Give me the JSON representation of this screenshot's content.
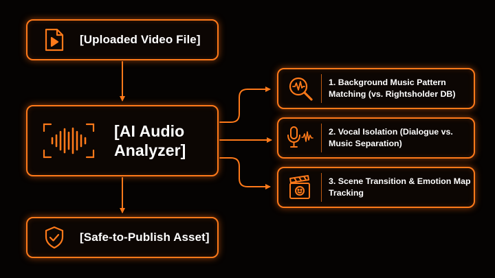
{
  "nodes": {
    "upload": {
      "label": "[Uploaded Video File]",
      "icon": "video-file-icon"
    },
    "analyzer": {
      "label": "[AI Audio Analyzer]",
      "icon": "audio-waveform-icon"
    },
    "publish": {
      "label": "[Safe-to-Publish Asset]",
      "icon": "shield-check-icon"
    }
  },
  "features": [
    {
      "label": "1. Background Music Pattern Matching (vs. Rightsholder DB)",
      "icon": "waveform-magnifier-icon"
    },
    {
      "label": "2. Vocal Isolation (Dialogue vs. Music Separation)",
      "icon": "microphone-wave-icon"
    },
    {
      "label": "3. Scene Transition & Emotion Map Tracking",
      "icon": "clapperboard-smiley-icon"
    }
  ],
  "colors": {
    "accent": "#ff7a1a",
    "background": "#050302",
    "text": "#ffffff"
  }
}
